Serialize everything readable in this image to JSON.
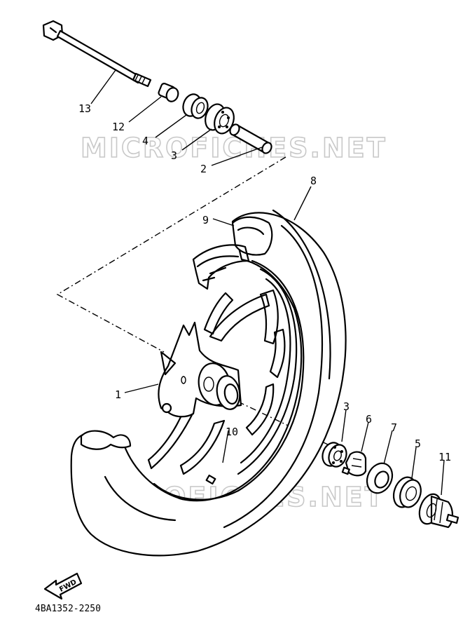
{
  "watermark": "MICROFICHES.NET",
  "part_code": "4BA1352-2250",
  "fwd_label": "FWD",
  "callouts": {
    "c13": "13",
    "c12": "12",
    "c4": "4",
    "c3_top": "3",
    "c2": "2",
    "c8": "8",
    "c9": "9",
    "c1": "1",
    "c10": "10",
    "c3_bottom": "3",
    "c6": "6",
    "c7": "7",
    "c5": "5",
    "c11": "11"
  }
}
